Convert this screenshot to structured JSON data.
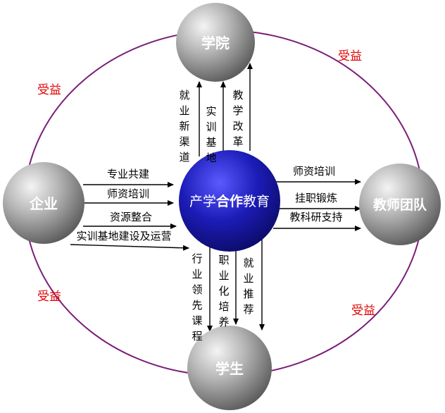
{
  "center": {
    "label_a": "产学",
    "label_b": "合作",
    "label_c": "教育"
  },
  "nodes": {
    "top": "学院",
    "left": "企业",
    "right": "教师团队",
    "bottom": "学生"
  },
  "benefit": {
    "top_left": "受益",
    "top_right": "受益",
    "bottom_left": "受益",
    "bottom_right": "受益"
  },
  "flows": {
    "left_to_center": [
      "专业共建",
      "师资培训",
      "资源整合",
      "实训基地建设及运营"
    ],
    "center_to_right": [
      "师资培训",
      "挂职锻炼",
      "教科研支持"
    ],
    "center_to_top": [
      "就业新渠道",
      "实训基地",
      "教学改革"
    ],
    "center_to_bottom": [
      "行业领先课程",
      "职业化培养",
      "就业推荐"
    ]
  },
  "colors": {
    "ring": "#7a1f7a",
    "center_fill": "#1a1aa0",
    "node_fill": "#8e8e8e",
    "benefit_text": "#e00000"
  }
}
